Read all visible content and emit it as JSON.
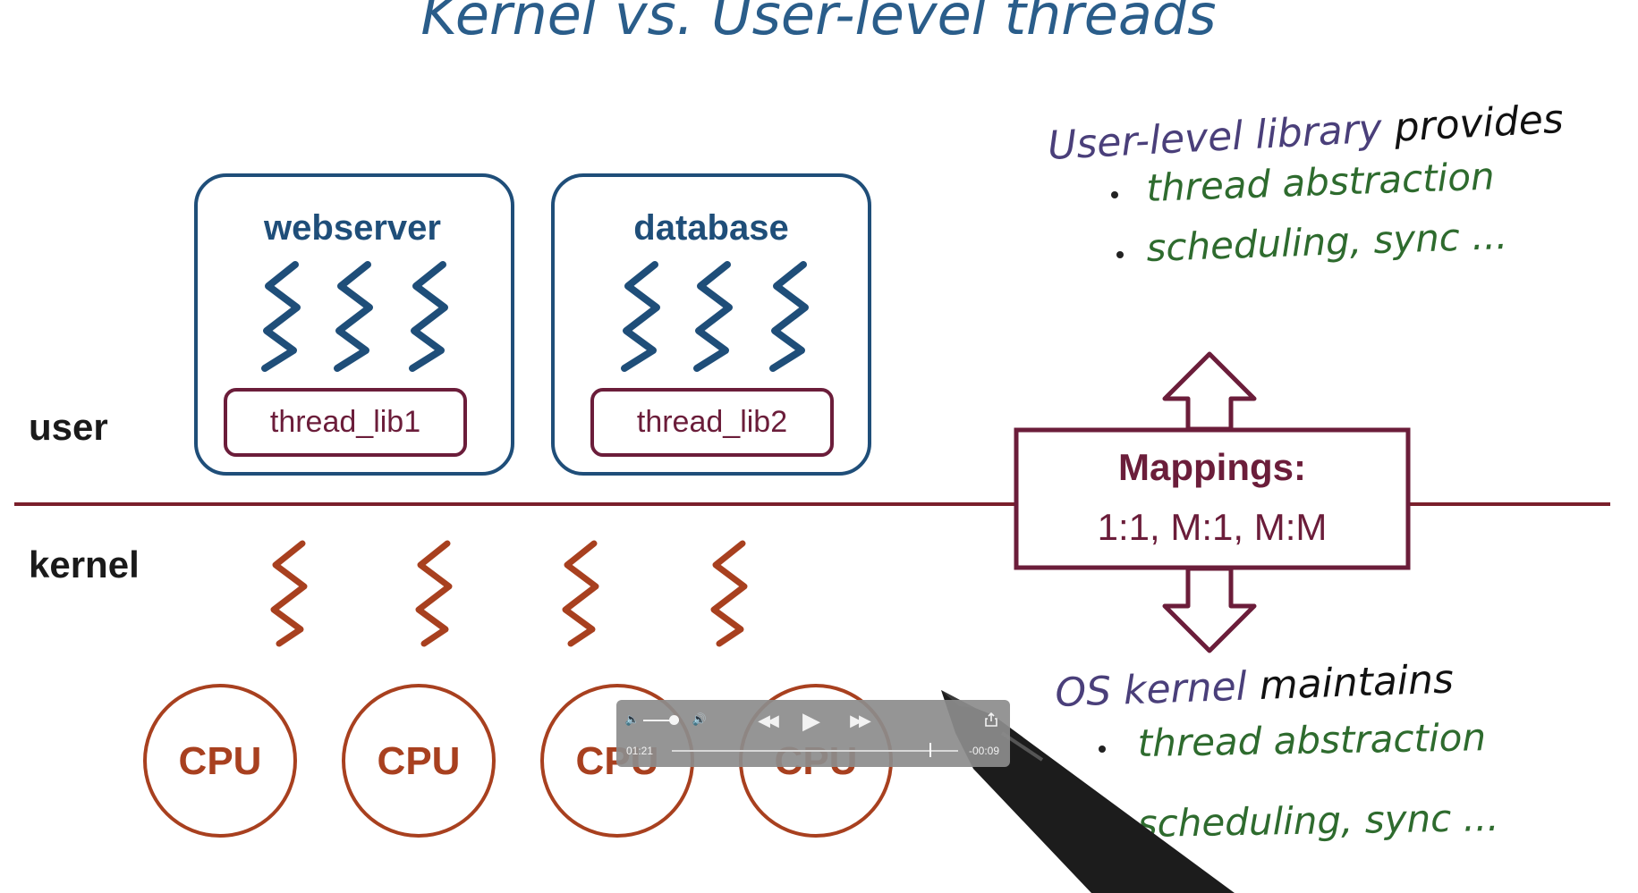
{
  "slide": {
    "title": "Kernel vs. User-level threads",
    "labels": {
      "user": "user",
      "kernel": "kernel"
    },
    "processes": [
      {
        "name": "webserver",
        "lib": "thread_lib1"
      },
      {
        "name": "database",
        "lib": "thread_lib2"
      }
    ],
    "cpus": [
      "CPU",
      "CPU",
      "CPU",
      "CPU"
    ],
    "mappings": {
      "title": "Mappings:",
      "values": "1:1, M:1, M:M"
    },
    "user_notes": {
      "heading_a": "User-level library",
      "heading_b": "provides",
      "bullets": [
        "thread abstraction",
        "scheduling, sync ..."
      ]
    },
    "kernel_notes": {
      "heading_a": "OS kernel",
      "heading_b": "maintains",
      "bullets": [
        "thread abstraction",
        "scheduling, sync ..."
      ]
    },
    "colors": {
      "user_blue": "#1f4e79",
      "kernel_red": "#a8401f",
      "mapping_maroon": "#6b1d3a",
      "note_purple": "#4a3f7a",
      "note_green": "#2e6b2e",
      "title_blue": "#2a5d8a"
    }
  },
  "player": {
    "elapsed": "01:21",
    "remaining": "-00:09",
    "progress": 0.9,
    "volume": 0.85,
    "icons": [
      "volume-low-icon",
      "volume-high-icon",
      "rewind-icon",
      "play-icon",
      "fast-forward-icon",
      "share-icon"
    ]
  }
}
